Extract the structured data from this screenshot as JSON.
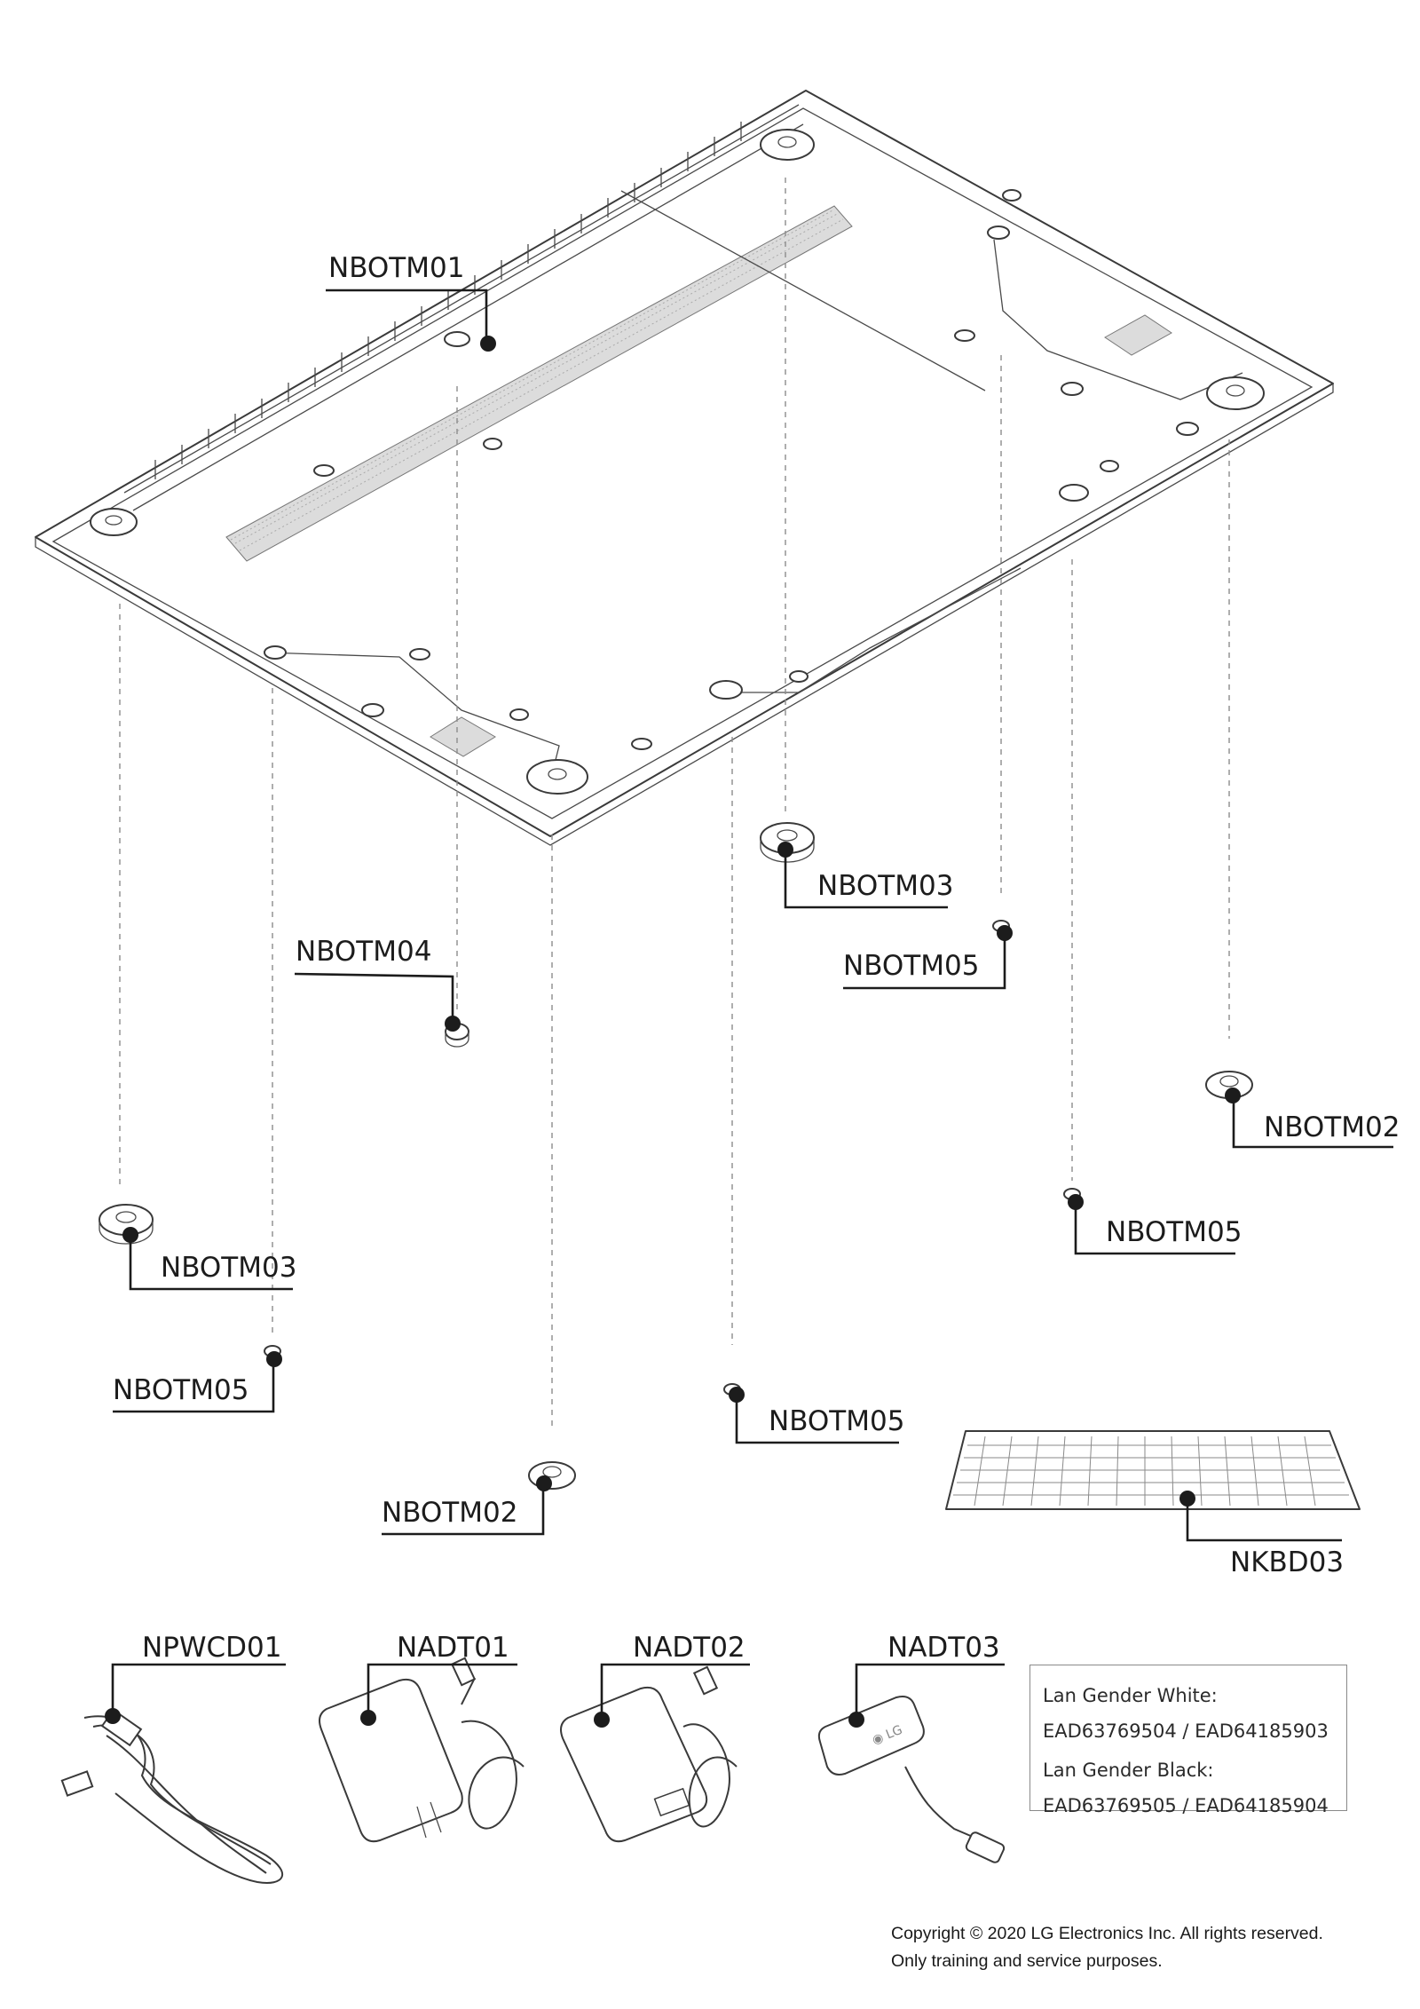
{
  "callouts": [
    {
      "id": "nbotm01",
      "label": "NBOTM01"
    },
    {
      "id": "nbotm03-top",
      "label": "NBOTM03"
    },
    {
      "id": "nbotm05-top",
      "label": "NBOTM05"
    },
    {
      "id": "nbotm04",
      "label": "NBOTM04"
    },
    {
      "id": "nbotm02-right",
      "label": "NBOTM02"
    },
    {
      "id": "nbotm05-right",
      "label": "NBOTM05"
    },
    {
      "id": "nbotm03-left",
      "label": "NBOTM03"
    },
    {
      "id": "nbotm05-left",
      "label": "NBOTM05"
    },
    {
      "id": "nbotm05-mid",
      "label": "NBOTM05"
    },
    {
      "id": "nbotm02-bottom",
      "label": "NBOTM02"
    },
    {
      "id": "nkbd03",
      "label": "NKBD03"
    },
    {
      "id": "npwcd01",
      "label": "NPWCD01"
    },
    {
      "id": "nadt01",
      "label": "NADT01"
    },
    {
      "id": "nadt02",
      "label": "NADT02"
    },
    {
      "id": "nadt03",
      "label": "NADT03"
    }
  ],
  "note": {
    "white_label": "Lan Gender White:",
    "white_parts": "EAD63769504 / EAD64185903",
    "black_label": "Lan Gender Black:",
    "black_parts": "EAD63769505 / EAD64185904"
  },
  "footer": {
    "copyright": "Copyright © 2020 LG Electronics Inc. All rights reserved.",
    "purpose": "Only training and service purposes."
  },
  "colors": {
    "line": "#1c1c1c",
    "outline": "#3a3a3a",
    "dash": "#8c8c8c"
  }
}
